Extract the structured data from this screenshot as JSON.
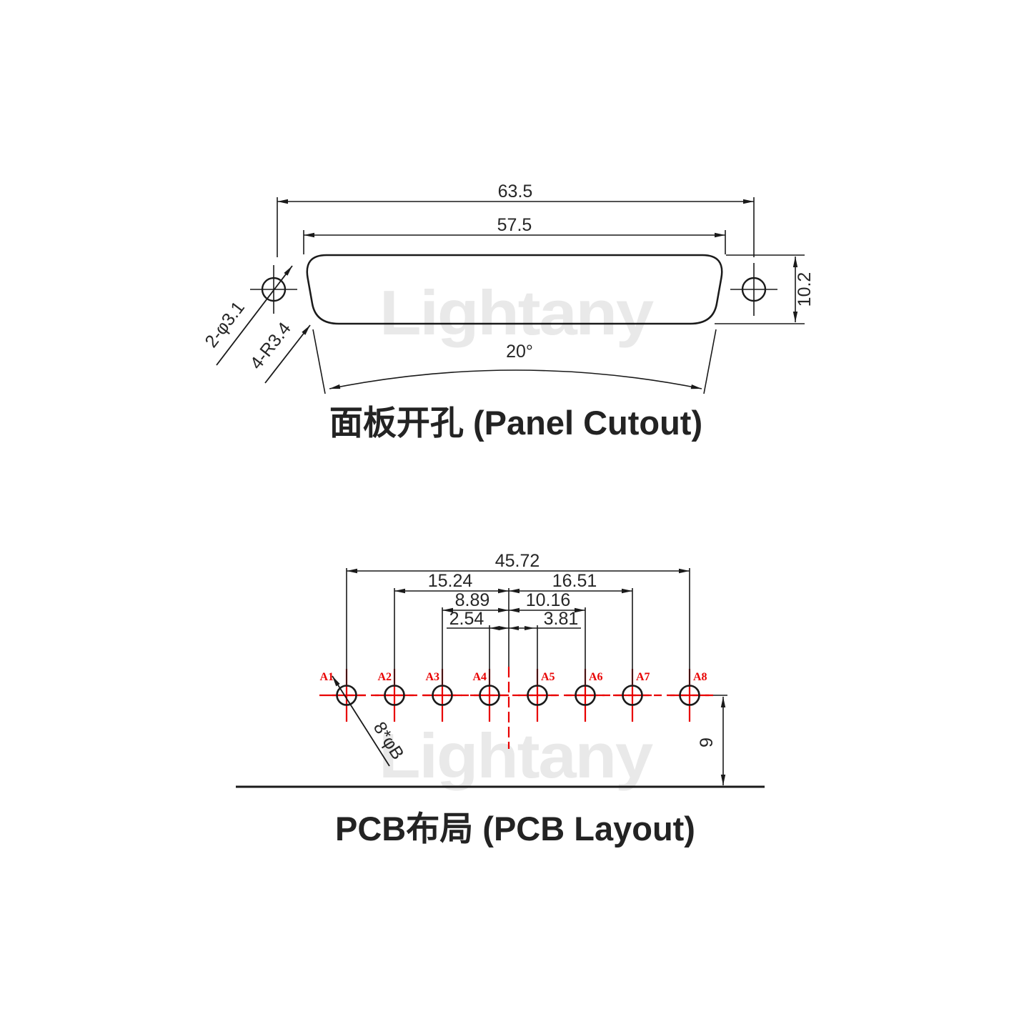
{
  "watermark": {
    "text": "Lightany"
  },
  "panel": {
    "title": "面板开孔 (Panel Cutout)",
    "dim_outer": "63.5",
    "dim_inner": "57.5",
    "dim_height": "10.2",
    "dim_angle": "20°",
    "label_holes": "2-φ3.1",
    "label_radius": "4-R3.4"
  },
  "pcb": {
    "title": "PCB布局 (PCB Layout)",
    "dim_overall": "45.72",
    "dim_a2_center": "15.24",
    "dim_center_a7": "16.51",
    "dim_a3_center": "8.89",
    "dim_center_a6": "10.16",
    "dim_a4_center": "2.54",
    "dim_center_a5": "3.81",
    "label_hole_dia": "8*φB",
    "dim_offset": "9",
    "pads": [
      "A1",
      "A2",
      "A3",
      "A4",
      "A5",
      "A6",
      "A7",
      "A8"
    ]
  },
  "colors": {
    "line": "#1a1a1a",
    "red": "#e80000",
    "watermark": "#e9e9e9",
    "text": "#262626"
  }
}
